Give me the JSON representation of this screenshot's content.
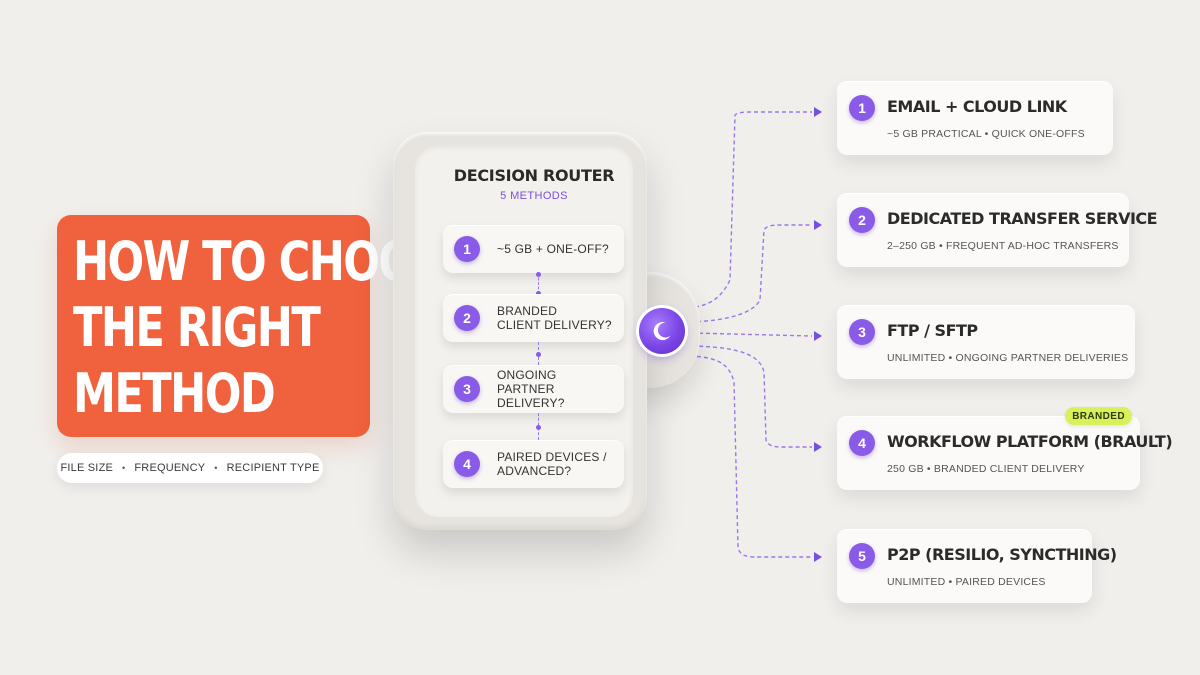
{
  "headline": {
    "lines": [
      "HOW TO CHOOSE",
      "THE RIGHT",
      "METHOD"
    ]
  },
  "criteria": {
    "items": [
      "FILE SIZE",
      "FREQUENCY",
      "RECIPIENT TYPE"
    ],
    "separator": "•"
  },
  "router": {
    "title": "DECISION ROUTER",
    "subtitle": "5 METHODS",
    "questions": [
      {
        "number": "1",
        "text": "~5 GB + ONE-OFF?"
      },
      {
        "number": "2",
        "text": "BRANDED\nCLIENT DELIVERY?"
      },
      {
        "number": "3",
        "text": "ONGOING\nPARTNER DELIVERY?"
      },
      {
        "number": "4",
        "text": "PAIRED DEVICES /\nADVANCED?"
      }
    ],
    "knob_icon": "crescent-moon-icon"
  },
  "methods": [
    {
      "number": "1",
      "title": "EMAIL + CLOUD LINK",
      "subtitle": "~5 GB PRACTICAL • QUICK ONE-OFFS"
    },
    {
      "number": "2",
      "title": "DEDICATED TRANSFER SERVICE",
      "subtitle": "2–250 GB • FREQUENT AD-HOC TRANSFERS"
    },
    {
      "number": "3",
      "title": "FTP / SFTP",
      "subtitle": "UNLIMITED • ONGOING PARTNER DELIVERIES"
    },
    {
      "number": "4",
      "title": "WORKFLOW PLATFORM (BRAULT)",
      "subtitle": "250 GB • BRANDED CLIENT DELIVERY",
      "badge": "BRANDED"
    },
    {
      "number": "5",
      "title": "P2P (RESILIO, SYNCTHING)",
      "subtitle": "UNLIMITED • PAIRED DEVICES"
    }
  ],
  "colors": {
    "accent_orange": "#f0613d",
    "accent_purple": "#8a5be6",
    "badge_lime": "#d8f05a",
    "background": "#f1efec"
  }
}
